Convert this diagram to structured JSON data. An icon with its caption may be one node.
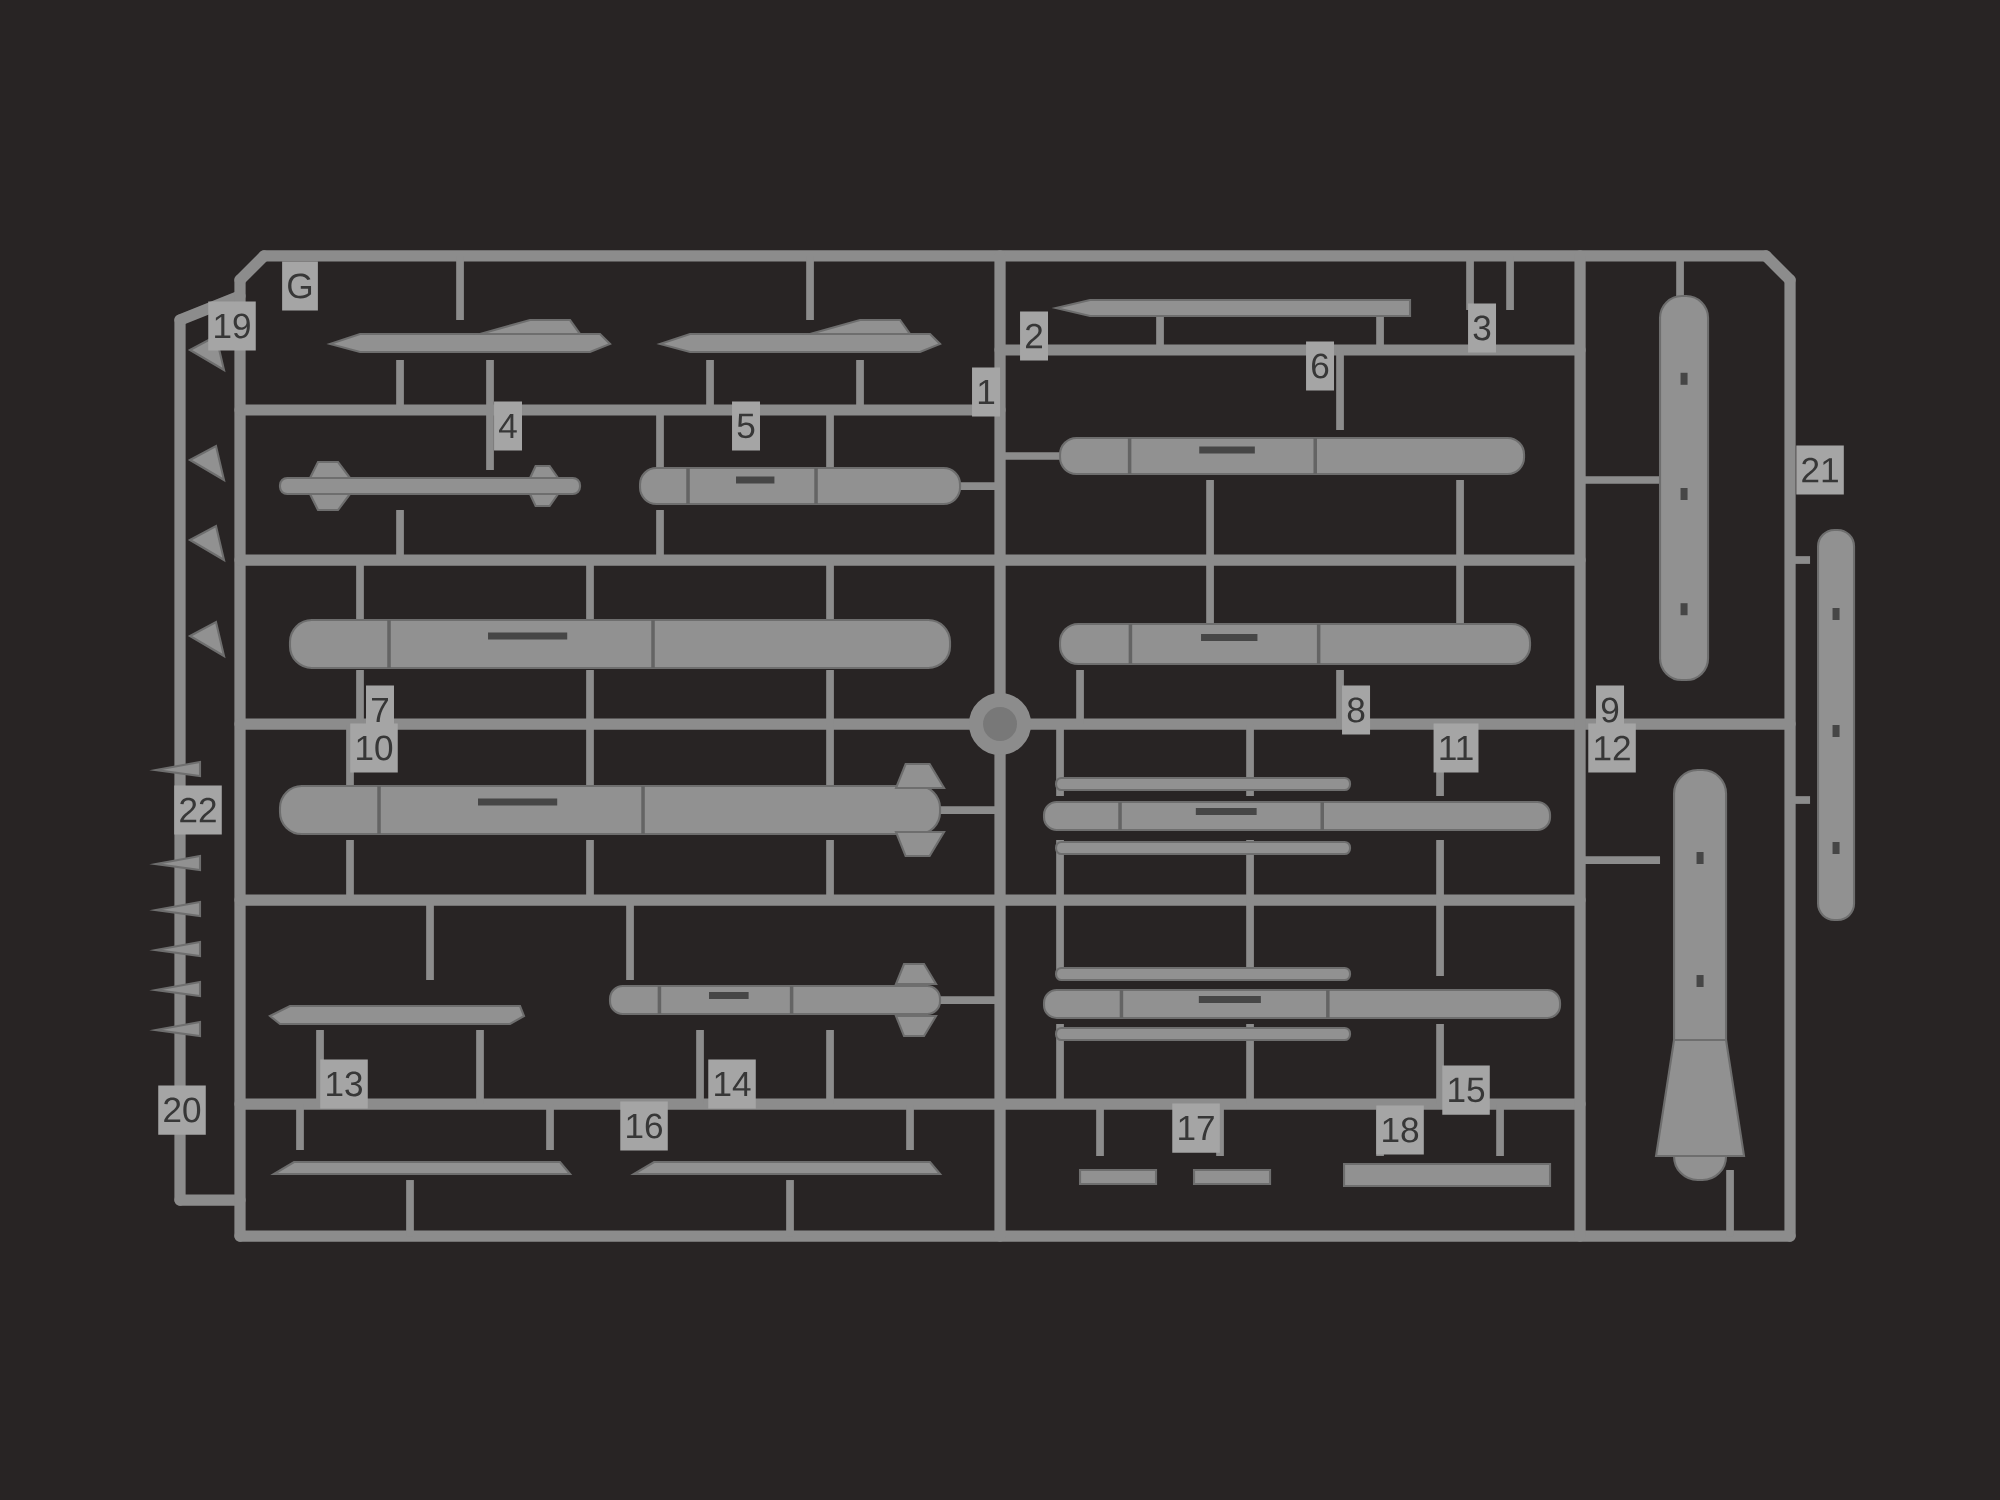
{
  "diagram": {
    "labels": [
      "G",
      "19",
      "2",
      "3",
      "6",
      "1",
      "4",
      "5",
      "21",
      "7",
      "8",
      "9",
      "10",
      "11",
      "12",
      "22",
      "13",
      "14",
      "15",
      "20",
      "16",
      "17",
      "18"
    ]
  }
}
